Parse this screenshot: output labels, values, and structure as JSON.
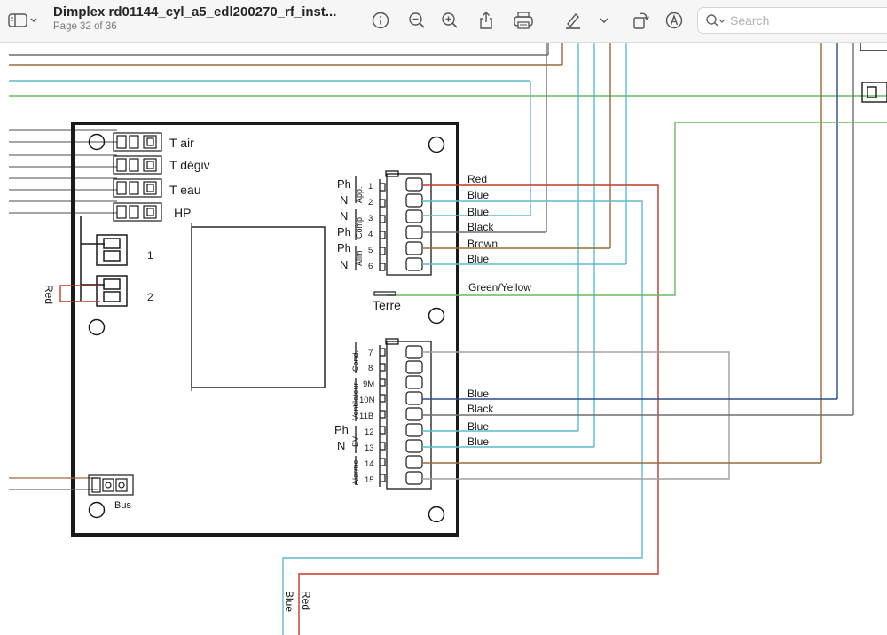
{
  "toolbar": {
    "doc_title": "Dimplex rd01144_cyl_a5_edl200270_rf_inst...",
    "page_indicator": "Page 32 of 36",
    "search_placeholder": "Search",
    "icons": [
      "sidebar-toggle-icon",
      "chevron-down-icon",
      "info-icon",
      "zoom-out-icon",
      "zoom-in-icon",
      "share-icon",
      "print-icon",
      "highlight-icon",
      "chevron-down-icon",
      "rotate-icon",
      "markup-icon",
      "search-icon"
    ]
  },
  "diagram": {
    "sensors": [
      "T air",
      "T dégiv",
      "T eau",
      "HP"
    ],
    "relay_labels": [
      "1",
      "2"
    ],
    "left_red_label": "Red",
    "upper_block": {
      "side_labels": [
        "Ph",
        "N",
        "N",
        "Ph",
        "Ph",
        "N"
      ],
      "group_labels": [
        "App.",
        "Comp.",
        "Alim"
      ],
      "pins": [
        "1",
        "2",
        "3",
        "4",
        "5",
        "6"
      ]
    },
    "lower_block": {
      "side_labels": [
        "Ph",
        "N"
      ],
      "group_labels": [
        "Cond.",
        "Ventilateur",
        "EV",
        "Alarme"
      ],
      "pins": [
        "7",
        "8",
        "9M",
        "10N",
        "11B",
        "12",
        "13",
        "14",
        "15"
      ]
    },
    "terre_label": "Terre",
    "bus_label": "Bus",
    "wire_labels_upper": [
      "Red",
      "Blue",
      "Blue",
      "Black",
      "Brown",
      "Blue"
    ],
    "green_yellow_label": "Green/Yellow",
    "wire_labels_lower": [
      "Blue",
      "Black",
      "Blue",
      "Blue"
    ],
    "bottom_labels": [
      "Blue",
      "Red"
    ]
  },
  "colors": {
    "red": "#c0392b",
    "blue_wire": "#5fbcc8",
    "navy": "#2c4a8a",
    "brown": "#9a6a3a",
    "grey": "#a0a0a0",
    "dark_grey": "#6f6f6f",
    "green": "#6cb863",
    "black": "#1a1a1a"
  }
}
